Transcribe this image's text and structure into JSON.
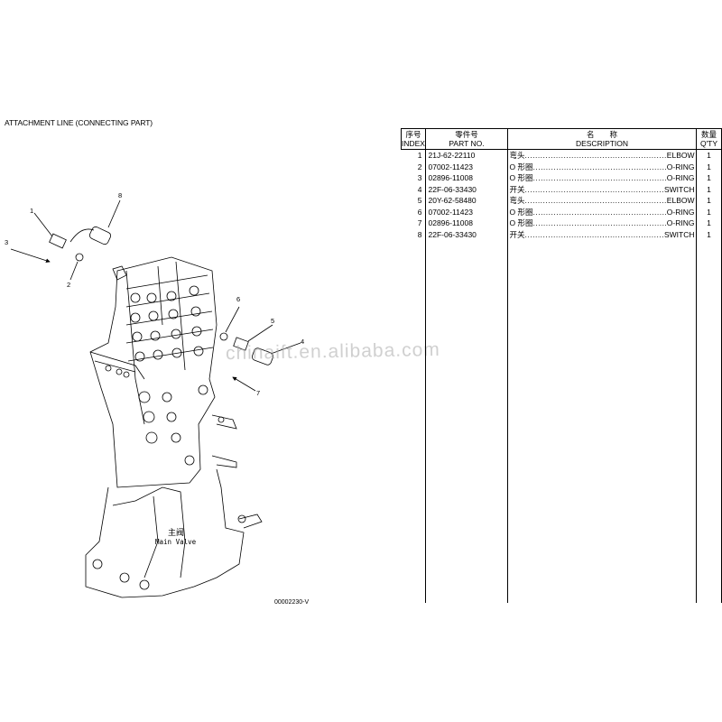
{
  "page": {
    "title": "ATTACHMENT LINE (CONNECTING PART)",
    "watermark": "chinaift.en.alibaba.com",
    "drawing_code": "00002230-V"
  },
  "diagram": {
    "label_cn": "主阀",
    "label_en": "Main Valve",
    "callouts": [
      "1",
      "2",
      "3",
      "5",
      "6",
      "7",
      "8",
      "4"
    ]
  },
  "table": {
    "headers": {
      "index_cn": "序号",
      "index_en": "INDEX",
      "part_cn": "零件号",
      "part_en": "PART NO.",
      "desc_cn": "名　　称",
      "desc_en": "DESCRIPTION",
      "qty_cn": "数量",
      "qty_en": "Q'TY"
    },
    "rows": [
      {
        "index": "1",
        "part": "21J-62-22110",
        "desc_cn": "弯头",
        "desc_en": "ELBOW",
        "qty": "1"
      },
      {
        "index": "2",
        "part": "07002-11423",
        "desc_cn": "O 形圈",
        "desc_en": "O-RING",
        "qty": "1"
      },
      {
        "index": "3",
        "part": "02896-11008",
        "desc_cn": "O 形圈",
        "desc_en": "O-RING",
        "qty": "1"
      },
      {
        "index": "4",
        "part": "22F-06-33430",
        "desc_cn": "开关",
        "desc_en": "SWITCH",
        "qty": "1"
      },
      {
        "index": "5",
        "part": "20Y-62-58480",
        "desc_cn": "弯头",
        "desc_en": "ELBOW",
        "qty": "1"
      },
      {
        "index": "6",
        "part": "07002-11423",
        "desc_cn": "O 形圈",
        "desc_en": "O-RING",
        "qty": "1"
      },
      {
        "index": "7",
        "part": "02896-11008",
        "desc_cn": "O 形圈",
        "desc_en": "O-RING",
        "qty": "1"
      },
      {
        "index": "8",
        "part": "22F-06-33430",
        "desc_cn": "开关",
        "desc_en": "SWITCH",
        "qty": "1"
      }
    ]
  }
}
